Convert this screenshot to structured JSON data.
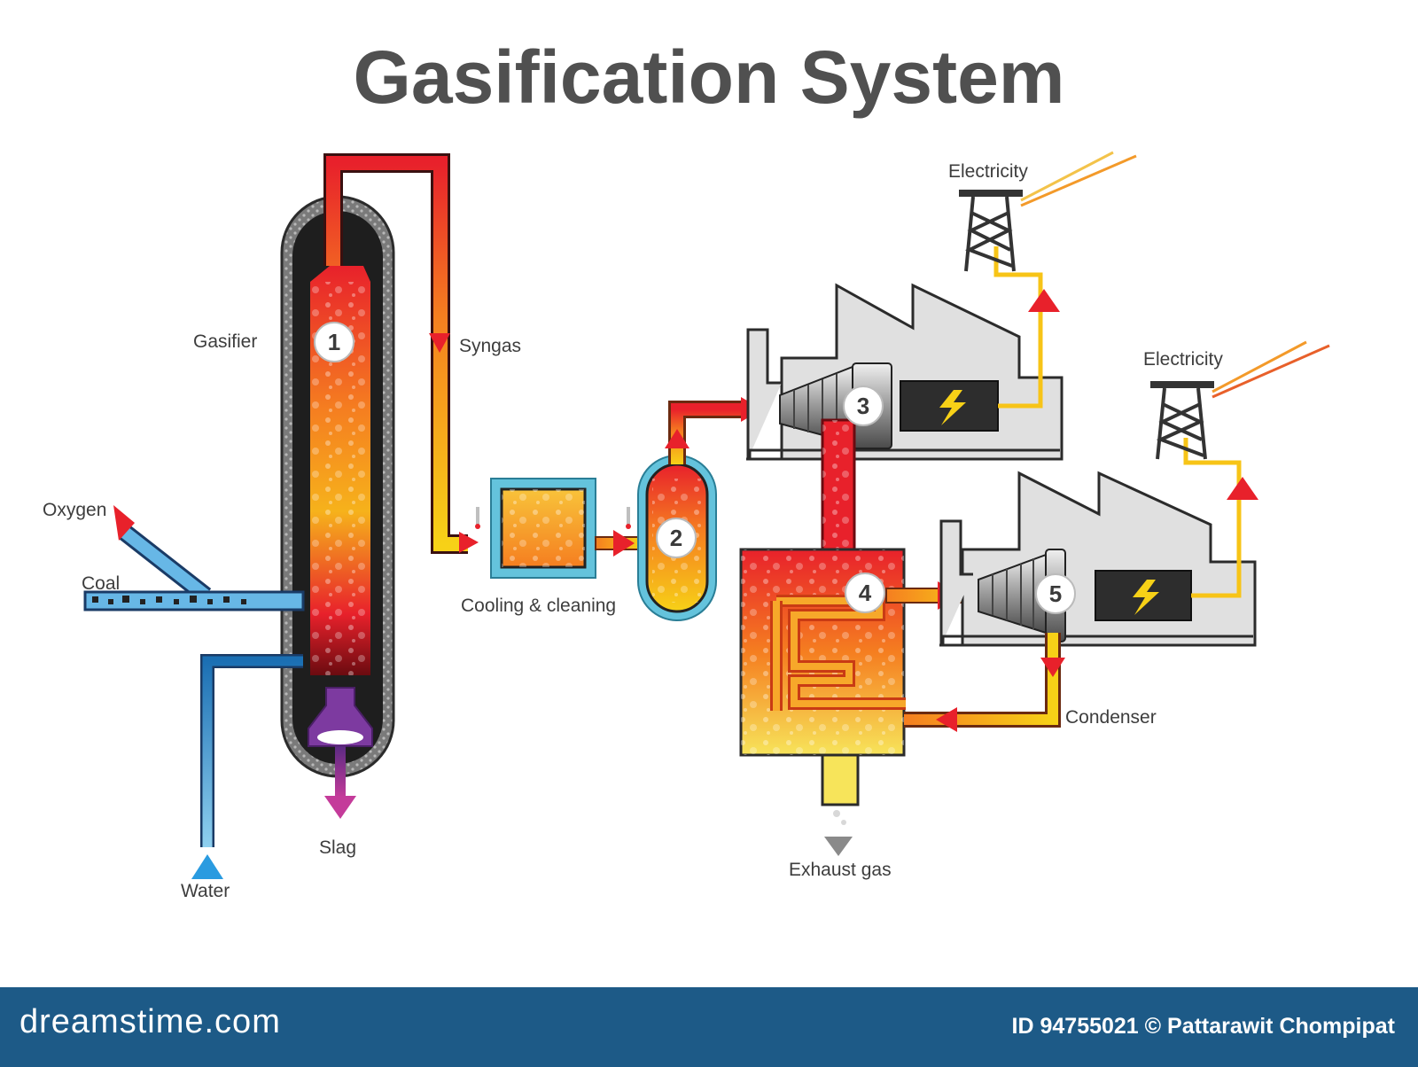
{
  "title": "Gasification System",
  "labels": {
    "gasifier": "Gasifier",
    "syngas": "Syngas",
    "oxygen": "Oxygen",
    "coal": "Coal",
    "water": "Water",
    "slag": "Slag",
    "cooling": "Cooling & cleaning",
    "electricity_1": "Electricity",
    "electricity_2": "Electricity",
    "condenser": "Condenser",
    "exhaust": "Exhaust gas"
  },
  "steps": [
    "1",
    "2",
    "3",
    "4",
    "5"
  ],
  "footer": {
    "site": "dreamstime.com",
    "credit": "ID 94755021 © Pattarawit Chompipat"
  },
  "colors": {
    "hot_red": "#e8212b",
    "orange": "#f57e20",
    "yellow": "#f7d117",
    "water_blue": "#4aa8dc",
    "slag_purple": "#8a3a9e",
    "footer_blue": "#1d5a87"
  }
}
